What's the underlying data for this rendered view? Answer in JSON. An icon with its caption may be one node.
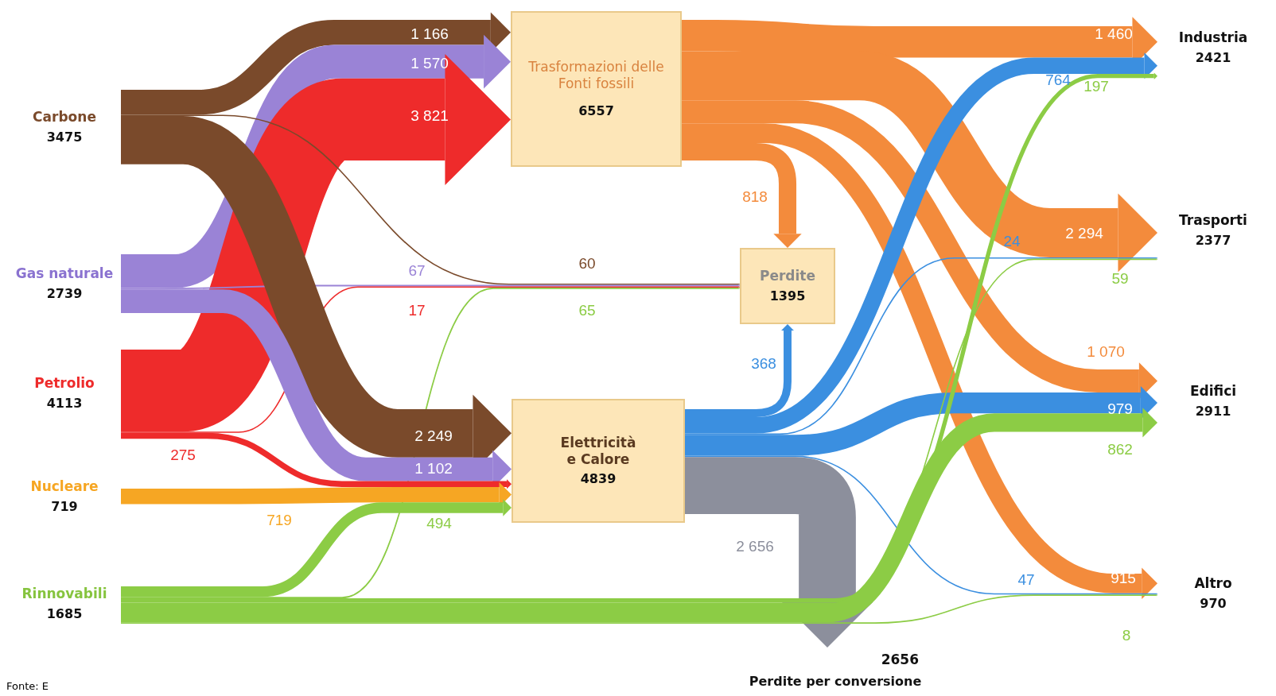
{
  "diagram": {
    "nodes": [
      {
        "text": [
          "Carbone",
          "3475"
        ]
      },
      {
        "text": [
          "Gas naturale",
          "2739"
        ]
      },
      {
        "text": [
          "Petrolio",
          "4113"
        ]
      },
      {
        "text": [
          "Nucleare",
          "719"
        ]
      },
      {
        "text": [
          "Rinnovabili",
          "1685"
        ]
      },
      {
        "text": [
          "Trasformazioni delle Fonti fossili",
          "6557"
        ]
      },
      {
        "text": [
          "Perdite",
          "1395"
        ]
      },
      {
        "text": [
          "Elettricità e Calore",
          "4839"
        ]
      },
      {
        "text": [
          "2656",
          "Perdite per conversione"
        ]
      },
      {
        "text": [
          "Industria",
          "2421"
        ]
      },
      {
        "text": [
          "Trasporti",
          "2377"
        ]
      },
      {
        "text": [
          "Edifici",
          "2911"
        ]
      },
      {
        "text": [
          "Altro",
          "970"
        ]
      }
    ],
    "edges": [
      {
        "from": 0,
        "to": 5,
        "arrow": "to",
        "label": "1 166",
        "color": "#7a4a2b"
      },
      {
        "from": 1,
        "to": 5,
        "arrow": "to",
        "label": "1 570",
        "color": "#9a83d6",
        "style": "thick"
      },
      {
        "from": 2,
        "to": 5,
        "arrow": "to",
        "label": "3 821",
        "color": "#ee2b2b",
        "style": "thick"
      },
      {
        "from": 0,
        "to": 6,
        "arrow": "to",
        "label": "60",
        "color": "#7a4a2b"
      },
      {
        "from": 1,
        "to": 6,
        "arrow": "to",
        "label": "67",
        "color": "#9a83d6"
      },
      {
        "from": 2,
        "to": 6,
        "arrow": "to",
        "label": "17",
        "color": "#ee2b2b"
      },
      {
        "from": 4,
        "to": 6,
        "arrow": "to",
        "label": "65",
        "color": "#8ccc45"
      },
      {
        "from": 0,
        "to": 7,
        "arrow": "to",
        "label": "2 249",
        "color": "#7a4a2b",
        "style": "thick"
      },
      {
        "from": 1,
        "to": 7,
        "arrow": "to",
        "label": "1 102",
        "color": "#9a83d6"
      },
      {
        "from": 2,
        "to": 7,
        "arrow": "to",
        "label": "275",
        "color": "#ee2b2b"
      },
      {
        "from": 3,
        "to": 7,
        "arrow": "to",
        "label": "719",
        "color": "#f6a623"
      },
      {
        "from": 4,
        "to": 7,
        "arrow": "to",
        "label": "494",
        "color": "#8ccc45"
      },
      {
        "from": 5,
        "to": 6,
        "arrow": "to",
        "label": "818",
        "color": "#f38b3c"
      },
      {
        "from": 5,
        "to": 9,
        "arrow": "to",
        "label": "1 460",
        "color": "#f38b3c",
        "style": "thick"
      },
      {
        "from": 5,
        "to": 10,
        "arrow": "to",
        "label": "2 294",
        "color": "#f38b3c",
        "style": "thick"
      },
      {
        "from": 5,
        "to": 11,
        "arrow": "to",
        "label": "1 070",
        "color": "#f38b3c"
      },
      {
        "from": 5,
        "to": 12,
        "arrow": "to",
        "label": "915",
        "color": "#f38b3c"
      },
      {
        "from": 7,
        "to": 6,
        "arrow": "to",
        "label": "368",
        "color": "#3b8fe0"
      },
      {
        "from": 7,
        "to": 9,
        "arrow": "to",
        "label": "764",
        "color": "#3b8fe0"
      },
      {
        "from": 7,
        "to": 10,
        "arrow": "to",
        "label": "24",
        "color": "#3b8fe0"
      },
      {
        "from": 7,
        "to": 11,
        "arrow": "to",
        "label": "979",
        "color": "#3b8fe0"
      },
      {
        "from": 7,
        "to": 12,
        "arrow": "to",
        "label": "47",
        "color": "#3b8fe0"
      },
      {
        "from": 7,
        "to": 8,
        "arrow": "to",
        "label": "2 656",
        "color": "#8c8f9c",
        "style": "thick"
      },
      {
        "from": 4,
        "to": 9,
        "arrow": "to",
        "label": "197",
        "color": "#8ccc45"
      },
      {
        "from": 4,
        "to": 10,
        "arrow": "to",
        "label": "59",
        "color": "#8ccc45"
      },
      {
        "from": 4,
        "to": 11,
        "arrow": "to",
        "label": "862",
        "color": "#8ccc45"
      },
      {
        "from": 4,
        "to": 12,
        "arrow": "to",
        "label": "8",
        "color": "#8ccc45"
      }
    ],
    "labels": [
      "Fonte: E"
    ]
  }
}
